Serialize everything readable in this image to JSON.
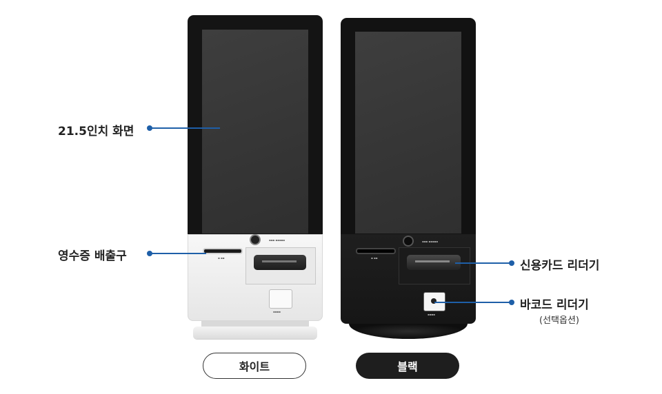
{
  "callouts": {
    "screen": "21.5인치 화면",
    "receipt": "영수증 배출구",
    "card_reader": "신용카드 리더기",
    "barcode_reader": "바코드 리더기",
    "barcode_option": "(선택옵션)"
  },
  "color_buttons": {
    "white": "화이트",
    "black": "블랙"
  },
  "colors": {
    "accent": "#1e5fa8",
    "white_body": "#eeeeee",
    "black_body": "#1b1b1b",
    "screen": "#363636"
  }
}
